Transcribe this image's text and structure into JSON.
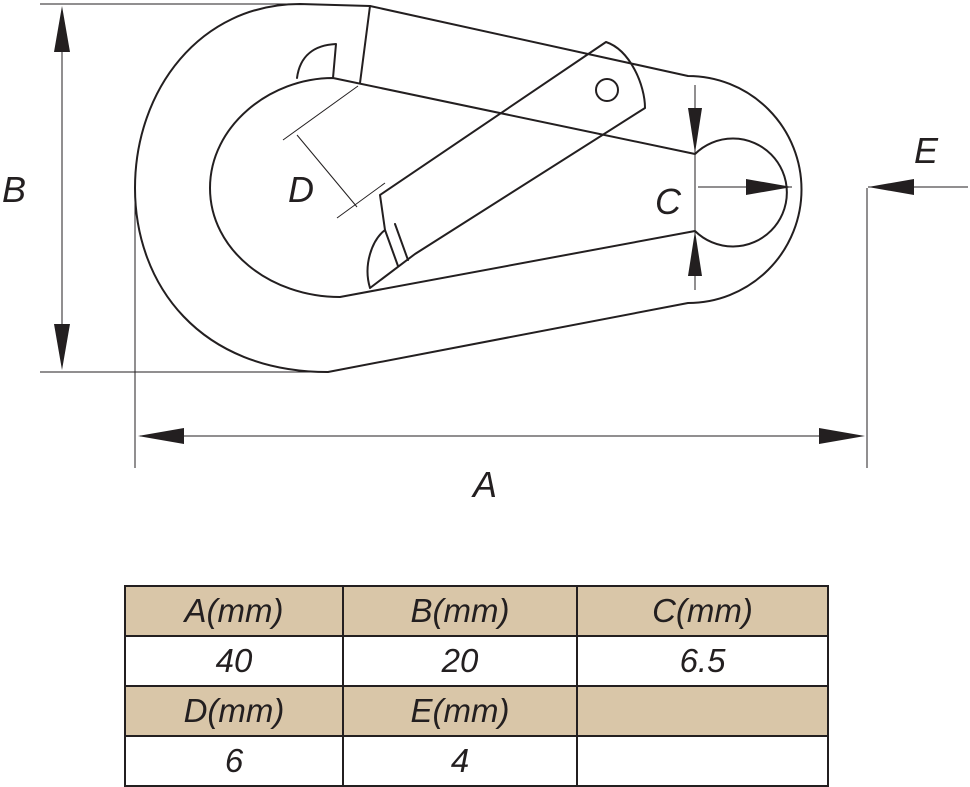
{
  "diagram": {
    "labels": {
      "a": "A",
      "b": "B",
      "c": "C",
      "d": "D",
      "e": "E"
    }
  },
  "table": {
    "colors": {
      "header_background": "#d9c6a8",
      "value_background": "#ffffff",
      "line": "#231f20"
    },
    "rows": [
      {
        "kind": "header",
        "cells": [
          "A(mm)",
          "B(mm)",
          "C(mm)"
        ]
      },
      {
        "kind": "value",
        "cells": [
          "40",
          "20",
          "6.5"
        ]
      },
      {
        "kind": "header",
        "cells": [
          "D(mm)",
          "E(mm)",
          ""
        ]
      },
      {
        "kind": "value",
        "cells": [
          "6",
          "4",
          ""
        ]
      }
    ]
  }
}
